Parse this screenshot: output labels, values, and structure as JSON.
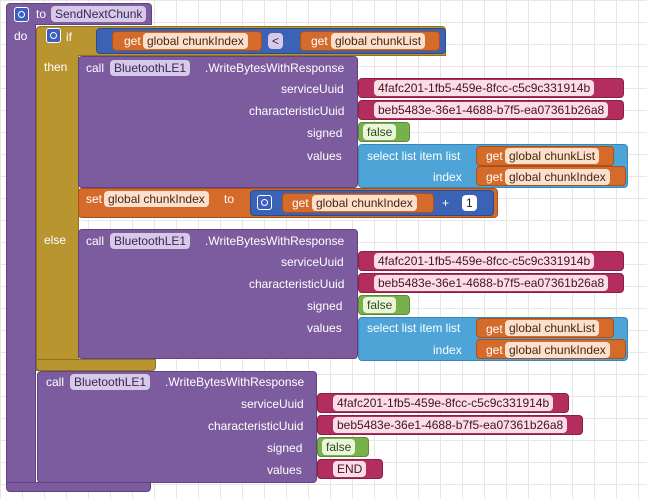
{
  "proc": {
    "to": "to",
    "name": "SendNextChunk",
    "do": "do"
  },
  "if_block": {
    "if": "if",
    "then": "then",
    "else": "else"
  },
  "words": {
    "get": "get",
    "set": "set",
    "to": "to",
    "call": "call",
    "select": "select list item  list",
    "index": "index"
  },
  "vars": {
    "chunkIndex": "global chunkIndex",
    "chunkList": "global chunkList"
  },
  "ops": {
    "lt": "<",
    "plus": "+",
    "one": "1"
  },
  "component": "BluetoothLE1",
  "method": ".WriteBytesWithResponse",
  "params": {
    "serviceUuid": "serviceUuid",
    "characteristicUuid": "characteristicUuid",
    "signed": "signed",
    "values": "values"
  },
  "strings": {
    "service": "4fafc201-1fb5-459e-8fcc-c5c9c331914b",
    "characteristic": "beb5483e-36e1-4688-b7f5-ea07361b26a8",
    "end": "END"
  },
  "bool_false": "false",
  "colors": {
    "procedure": "#7c5c9f",
    "control": "#b8952e",
    "variable": "#d56b2b",
    "text": "#b32d5e",
    "logic": "#78b04c",
    "list": "#4fa4d7",
    "math": "#3a62b5"
  }
}
